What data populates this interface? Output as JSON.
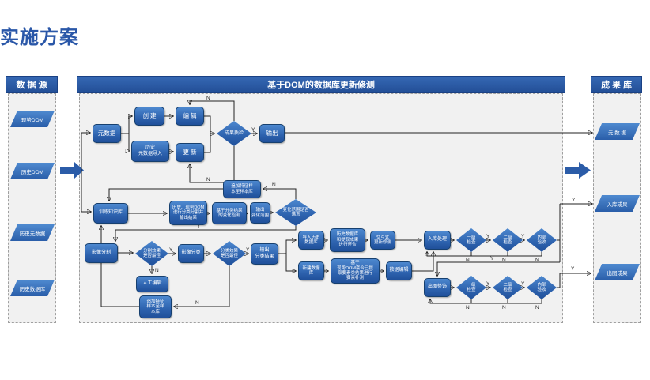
{
  "title": "实施方案",
  "colors": {
    "header_bg": "#234f97",
    "node_blue": "#2d62ae",
    "title_blue": "#2a57a8",
    "panel_bg": "#f1f1f1",
    "arrow_blue": "#2b5ca8",
    "line": "#222222"
  },
  "panels": {
    "source": {
      "header": "数 据 源",
      "items": [
        "现势DOM",
        "历史DOM",
        "历史元数据",
        "历史数据库"
      ]
    },
    "process": {
      "header": "基于DOM的数据库更新修测"
    },
    "results": {
      "header": "成 果 库",
      "items": [
        "元 数 据",
        "入库成果",
        "出图成果"
      ]
    }
  },
  "nodes": {
    "metadata": "元数据",
    "create": "创 建",
    "hist_import": "历史\n元数据导入",
    "edit": "编 辑",
    "update": "更 新",
    "quality_check": "成果质检",
    "output": "输出",
    "train_kb": "训练知识库",
    "seg_classify": "历史、现势DOM\n进行分类分割并\n输出结果",
    "change_detect": "基于分类结果\n的变化检测",
    "output_range": "输出\n变化范围",
    "range_ok": "变化范围是否\n满意",
    "add_sample_top": "追加特征样\n本至样本库",
    "img_seg": "影像分割",
    "seg_ok": "分割效果\n是否最佳",
    "img_class": "影像分类",
    "class_ok": "分类效果\n是否最佳",
    "output_class": "输出\n分类结果",
    "manual_edit": "人工编辑",
    "add_sample_bottom": "追加特征\n样本至样\n本库",
    "import_hist_db": "导入历史\n数据库",
    "integrate": "历史数据库\n和提取成果\n进行整合",
    "interactive_update": "交互式\n更新修测",
    "storage": "入库处理",
    "new_db": "新建数据\n库",
    "supplement": "基于\n现势DOM套合已提\n取要素类结果进行\n要素补测",
    "data_edit": "数据编辑",
    "map_finish": "出图整饰",
    "check_l1": "一级\n检查",
    "check_l2": "二级\n检查",
    "accept": "内部\n验收"
  },
  "labels": {
    "yes": "Y",
    "no": "N"
  }
}
